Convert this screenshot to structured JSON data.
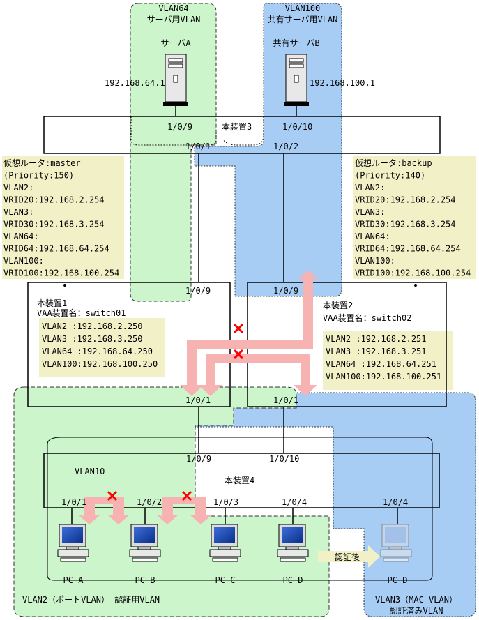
{
  "vlan64": {
    "title": "VLAN64",
    "subtitle": "サーバ用VLAN"
  },
  "vlan100": {
    "title": "VLAN100",
    "subtitle": "共有サーバ用VLAN"
  },
  "server_a": {
    "name": "サーバA",
    "ip": "192.168.64.1"
  },
  "server_b": {
    "name": "共有サーバB",
    "ip": "192.168.100.1"
  },
  "device3": {
    "name": "本装置3",
    "p1": "1/0/9",
    "p2": "1/0/10",
    "p3": "1/0/1",
    "p4": "1/0/2"
  },
  "vr_master": {
    "lines": [
      "仮想ルータ:master",
      "(Priority:150)",
      "VLAN2:",
      " VRID20:192.168.2.254",
      "VLAN3:",
      " VRID30:192.168.3.254",
      "VLAN64:",
      " VRID64:192.168.64.254",
      "VLAN100:",
      " VRID100:192.168.100.254"
    ]
  },
  "vr_backup": {
    "lines": [
      "仮想ルータ:backup",
      "(Priority:140)",
      "VLAN2:",
      " VRID20:192.168.2.254",
      "VLAN3:",
      " VRID30:192.168.3.254",
      "VLAN64:",
      " VRID64:192.168.64.254",
      "VLAN100:",
      " VRID100:192.168.100.254"
    ]
  },
  "device1": {
    "name": "本装置1",
    "vaa": "VAA装置名：switch01",
    "port_top": "1/0/9",
    "port_bottom": "1/0/1",
    "addrs": [
      "VLAN2  :192.168.2.250",
      "VLAN3  :192.168.3.250",
      "VLAN64 :192.168.64.250",
      "VLAN100:192.168.100.250"
    ]
  },
  "device2": {
    "name": "本装置2",
    "vaa": "VAA装置名：switch02",
    "port_top": "1/0/9",
    "port_bottom": "1/0/1",
    "addrs": [
      "VLAN2  :192.168.2.251",
      "VLAN3  :192.168.3.251",
      "VLAN64 :192.168.64.251",
      "VLAN100:192.168.100.251"
    ]
  },
  "device4": {
    "name": "本装置4",
    "vlan10": "VLAN10",
    "up1": "1/0/9",
    "up2": "1/0/10",
    "ports": [
      "1/0/1",
      "1/0/2",
      "1/0/3",
      "1/0/4",
      "1/0/4"
    ]
  },
  "pcs": [
    "PC A",
    "PC B",
    "PC C",
    "PC D",
    "PC D"
  ],
  "after_auth": "認証後",
  "vlan2_label": "VLAN2（ポートVLAN） 認証用VLAN",
  "vlan3_label1": "VLAN3（MAC VLAN）",
  "vlan3_label2": "認証済みVLAN",
  "colors": {
    "green": "#ccf5cc",
    "blue": "#a8cdf5",
    "yellow": "#f2f0c7",
    "arrow": "#f7b2b2",
    "cross": "#ff0000"
  }
}
